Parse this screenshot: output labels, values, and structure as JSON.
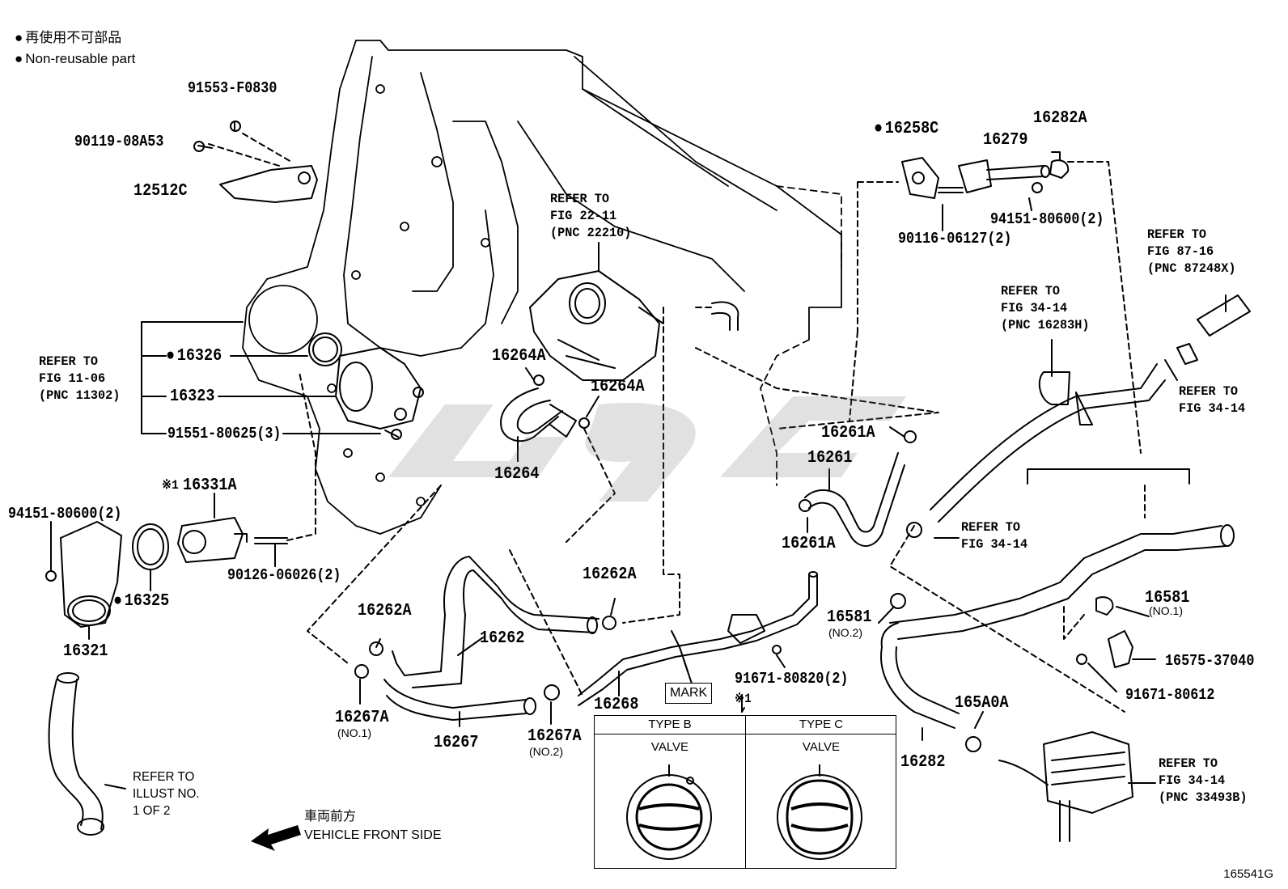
{
  "legend": {
    "jp": "再使用不可部品",
    "en": "Non-reusable part"
  },
  "parts": {
    "p91553": "91553-F0830",
    "p90119": "90119-08A53",
    "p12512C": "12512C",
    "p16326": "16326",
    "p16323": "16323",
    "p91551": "91551-80625(3)",
    "p16331A": "16331A",
    "p94151_left": "94151-80600(2)",
    "p16325": "16325",
    "p16321": "16321",
    "p90126": "90126-06026(2)",
    "p16264A_1": "16264A",
    "p16264A_2": "16264A",
    "p16264": "16264",
    "p16262A_1": "16262A",
    "p16262A_2": "16262A",
    "p16262": "16262",
    "p16267A_1": "16267A",
    "p16267A_2": "16267A",
    "p16267": "16267",
    "p16268": "16268",
    "p91671_a": "91671-80820(2)",
    "p16258C": "16258C",
    "p16279": "16279",
    "p16282A": "16282A",
    "p94151_right": "94151-80600(2)",
    "p90116": "90116-06127(2)",
    "p16261A_1": "16261A",
    "p16261": "16261",
    "p16261A_2": "16261A",
    "p16581_1": "16581",
    "p16581_2": "16581",
    "p16575": "16575-37040",
    "p91671_b": "91671-80612",
    "p165A0A": "165A0A",
    "p16282": "16282"
  },
  "subs": {
    "no1_a": "(NO.1)",
    "no2_a": "(NO.2)",
    "no1_b": "(NO.1)",
    "no2_b": "(NO.2)",
    "note_mark1": "※1",
    "note_mark2": "※1"
  },
  "refs": {
    "fig11_06": "REFER TO\nFIG 11-06\n(PNC 11302)",
    "fig22_11": "REFER TO\nFIG 22-11\n(PNC 22210)",
    "fig34_14_a": "REFER TO\nFIG 34-14\n(PNC 16283H)",
    "fig87_16": "REFER TO\nFIG 87-16\n(PNC 87248X)",
    "fig34_14_b": "REFER TO\nFIG 34-14",
    "fig34_14_c": "REFER TO\nFIG 34-14",
    "fig34_14_d": "REFER TO\nFIG 34-14\n(PNC 33493B)",
    "illust": "REFER TO\nILLUST NO.\n1 OF 2"
  },
  "mark_label": "MARK",
  "valve": {
    "type_b": "TYPE B",
    "type_c": "TYPE C",
    "valve_b": "VALVE",
    "valve_c": "VALVE"
  },
  "front": {
    "jp": "車両前方",
    "en": "VEHICLE FRONT SIDE"
  },
  "figure_id": "165541G",
  "colors": {
    "ink": "#000000",
    "watermark": "#7a7a7a"
  }
}
